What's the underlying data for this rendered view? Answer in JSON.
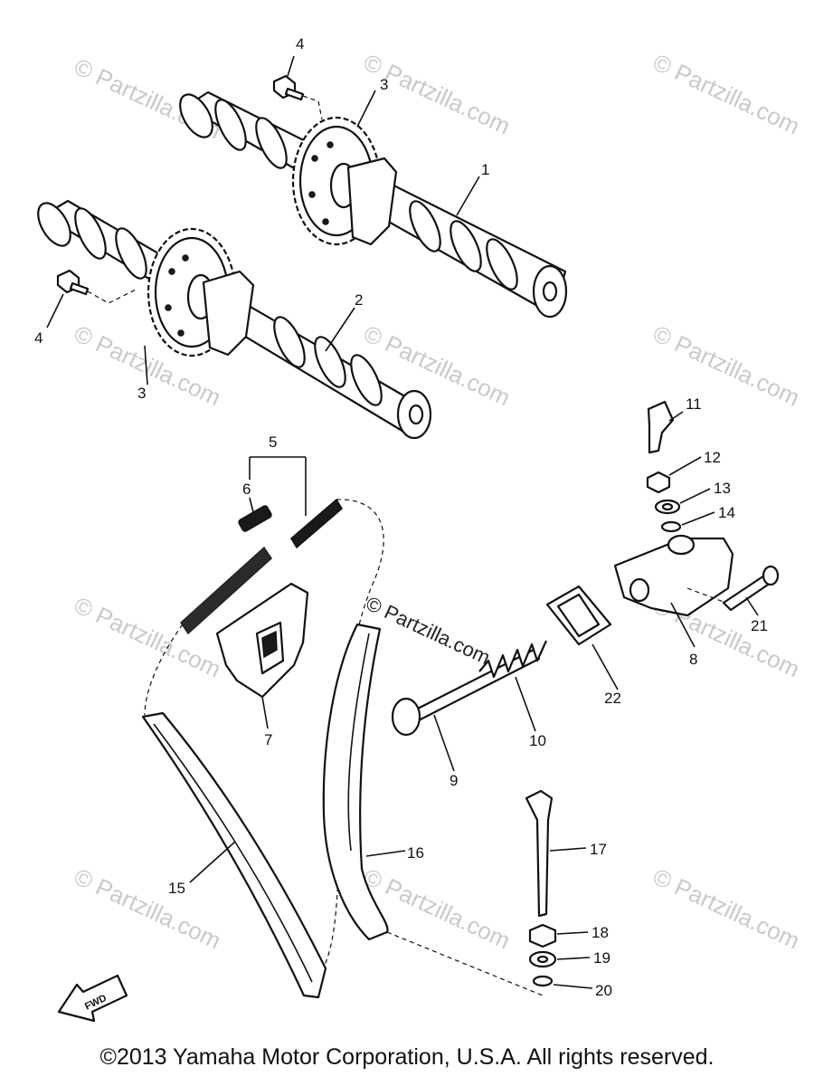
{
  "diagram": {
    "callouts": [
      "1",
      "2",
      "3",
      "3",
      "4",
      "4",
      "5",
      "6",
      "7",
      "8",
      "9",
      "10",
      "11",
      "12",
      "13",
      "14",
      "15",
      "16",
      "17",
      "18",
      "19",
      "20",
      "21",
      "22"
    ],
    "fwd_label": "FWD",
    "watermark": "© Partzilla.com",
    "center_watermark": "© Partzilla.com",
    "copyright": "©2013  Yamaha Motor Corporation, U.S.A. All rights reserved."
  }
}
